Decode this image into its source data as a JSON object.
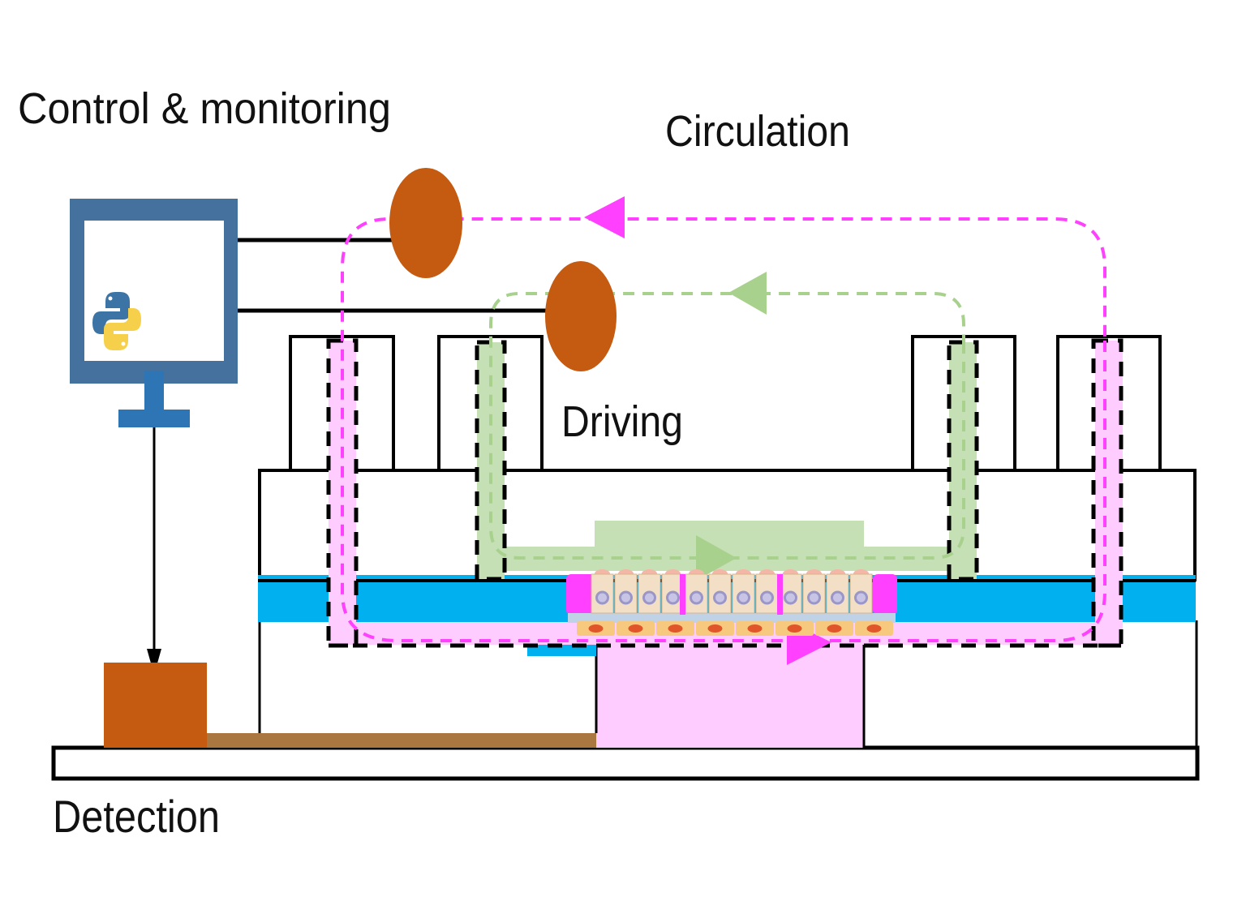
{
  "labels": {
    "control": "Control & monitoring",
    "circulation": "Circulation",
    "driving": "Driving",
    "detection": "Detection"
  },
  "colors": {
    "monitor": "#44719E",
    "monitor_stand": "#2E75B6",
    "pump": "#C55A11",
    "detector": "#C55A11",
    "detector_cable": "#A9773F",
    "membrane_blue": "#00B0EF",
    "circulation_line": "#FF40FF",
    "circulation_fill": "#FFCCFF",
    "driving_line": "#A9D18E",
    "driving_fill": "#C5E0B4",
    "seal": "#FF40FF",
    "cell_body": "#F2DFC6",
    "cell_nucleus": "#9A96C8",
    "lower_cell": "#F7C97E",
    "lower_cell_nucleus": "#E0562A"
  },
  "icons": {
    "computer": "monitor-icon",
    "logo": "python-logo-icon",
    "pump_circulation": "pump-icon",
    "pump_driving": "pump-icon",
    "detector": "detector-box-icon"
  },
  "cells": {
    "upper_count": 12,
    "lower_count": 8
  }
}
